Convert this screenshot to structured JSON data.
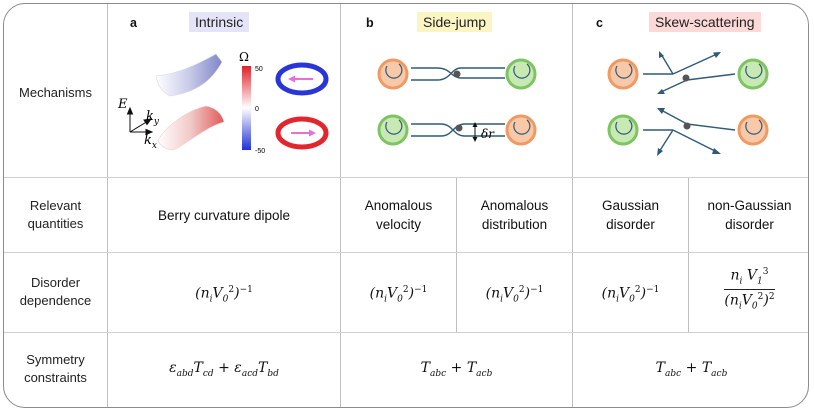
{
  "columns": [
    {
      "letter": "a",
      "title": "Intrinsic",
      "bg": "#e4e3f7"
    },
    {
      "letter": "b",
      "title": "Side-jump",
      "bg": "#fbf5c4"
    },
    {
      "letter": "c",
      "title": "Skew-scattering",
      "bg": "#fbd9d9"
    }
  ],
  "rows": {
    "mechanisms": "Mechanisms",
    "relevant": [
      "Relevant",
      "quantities"
    ],
    "disorder": [
      "Disorder",
      "dependence"
    ],
    "symmetry": [
      "Symmetry",
      "constraints"
    ]
  },
  "intrinsic": {
    "omega": "Ω",
    "tick_top": "50",
    "tick_mid": "0",
    "tick_bot": "-50",
    "axis_e": "E",
    "axis_ky": "k",
    "axis_ky_sub": "y",
    "axis_kx": "k",
    "axis_kx_sub": "x"
  },
  "sidejump": {
    "delta_r": "δr"
  },
  "relevant": {
    "berry": "Berry curvature dipole",
    "anom_vel": [
      "Anomalous",
      "velocity"
    ],
    "anom_dist": [
      "Anomalous",
      "distribution"
    ],
    "gauss": [
      "Gaussian",
      "disorder"
    ],
    "nongauss": [
      "non-Gaussian",
      "disorder"
    ]
  },
  "colors": {
    "orange": "#f8c9a9",
    "orange_stroke": "#f09a63",
    "green": "#c8e8b4",
    "green_stroke": "#7ec462",
    "arrow": "#2f5a78",
    "grid": "#bfbfbf"
  }
}
